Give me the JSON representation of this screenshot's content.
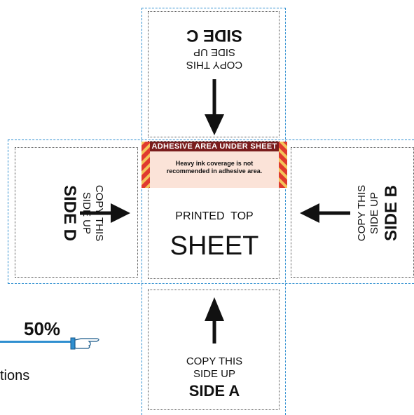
{
  "side_a": {
    "line1": "COPY THIS",
    "line2": "SIDE UP",
    "label": "SIDE A"
  },
  "side_b": {
    "line1": "COPY THIS",
    "line2": "SIDE UP",
    "label": "SIDE B"
  },
  "side_c": {
    "line1": "COPY THIS",
    "line2": "SIDE UP",
    "label": "SIDE C"
  },
  "side_d": {
    "line1": "COPY THIS",
    "line2": "SIDE UP",
    "label": "SIDE D"
  },
  "top_sheet": {
    "label": "PRINTED  TOP",
    "title": "SHEET",
    "adhesive_banner": "ADHESIVE AREA UNDER SHEET",
    "adhesive_note_line1": "Heavy ink coverage is not",
    "adhesive_note_line2": "recommended in adhesive area."
  },
  "left_partial": {
    "percent": "50%",
    "text_fragment": "tions"
  },
  "icons": [
    "pointing-hand-icon"
  ],
  "colors": {
    "dashed_guide": "#2f8fd0",
    "adhesive_stripe_red": "#e03a2e",
    "adhesive_stripe_yellow": "#f3c45a",
    "adhesive_fill": "#fbe3d8",
    "banner_bg": "#7a1c1c"
  }
}
